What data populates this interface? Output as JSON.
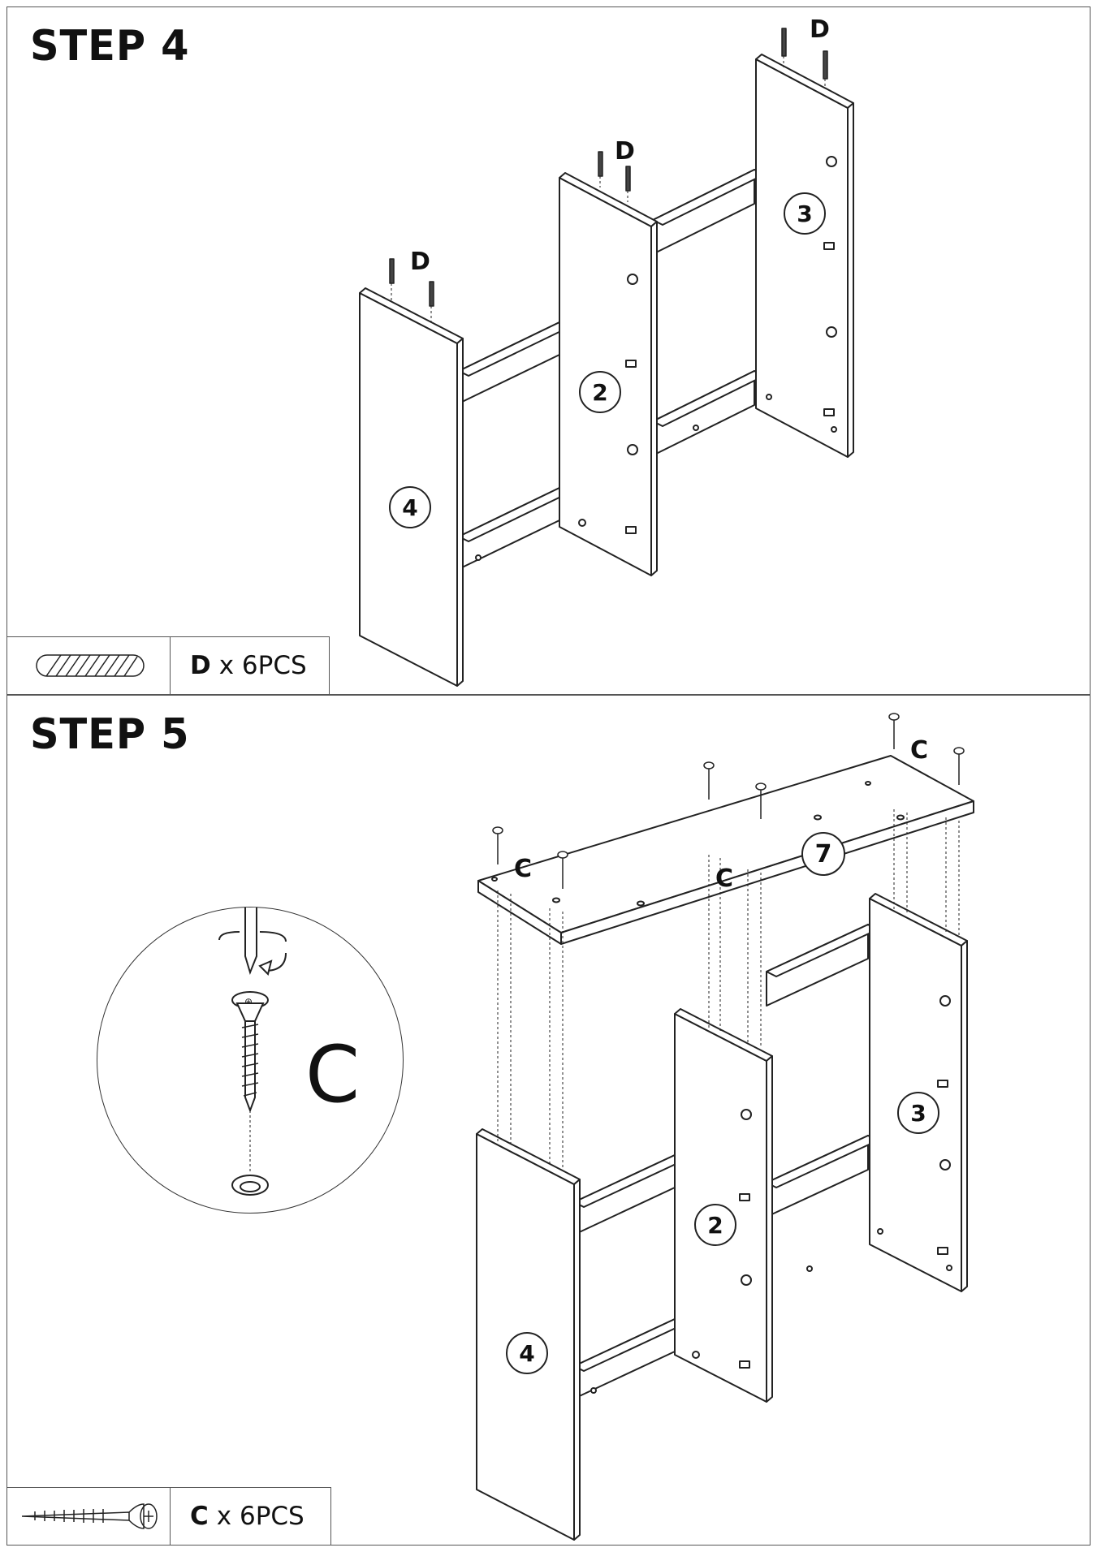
{
  "step4": {
    "title": "STEP 4",
    "part_labels": [
      "4",
      "2",
      "3"
    ],
    "dowel_labels": [
      "D",
      "D",
      "D"
    ],
    "parts": {
      "letter": "D",
      "quantity": "x 6PCS",
      "icon": "dowel-icon"
    }
  },
  "step5": {
    "title": "STEP 5",
    "part_labels": [
      "7",
      "4",
      "2",
      "3"
    ],
    "screw_labels": [
      "C",
      "C",
      "C"
    ],
    "detail_letter": "C",
    "parts": {
      "letter": "C",
      "quantity": "x 6PCS",
      "icon": "screw-icon"
    }
  }
}
